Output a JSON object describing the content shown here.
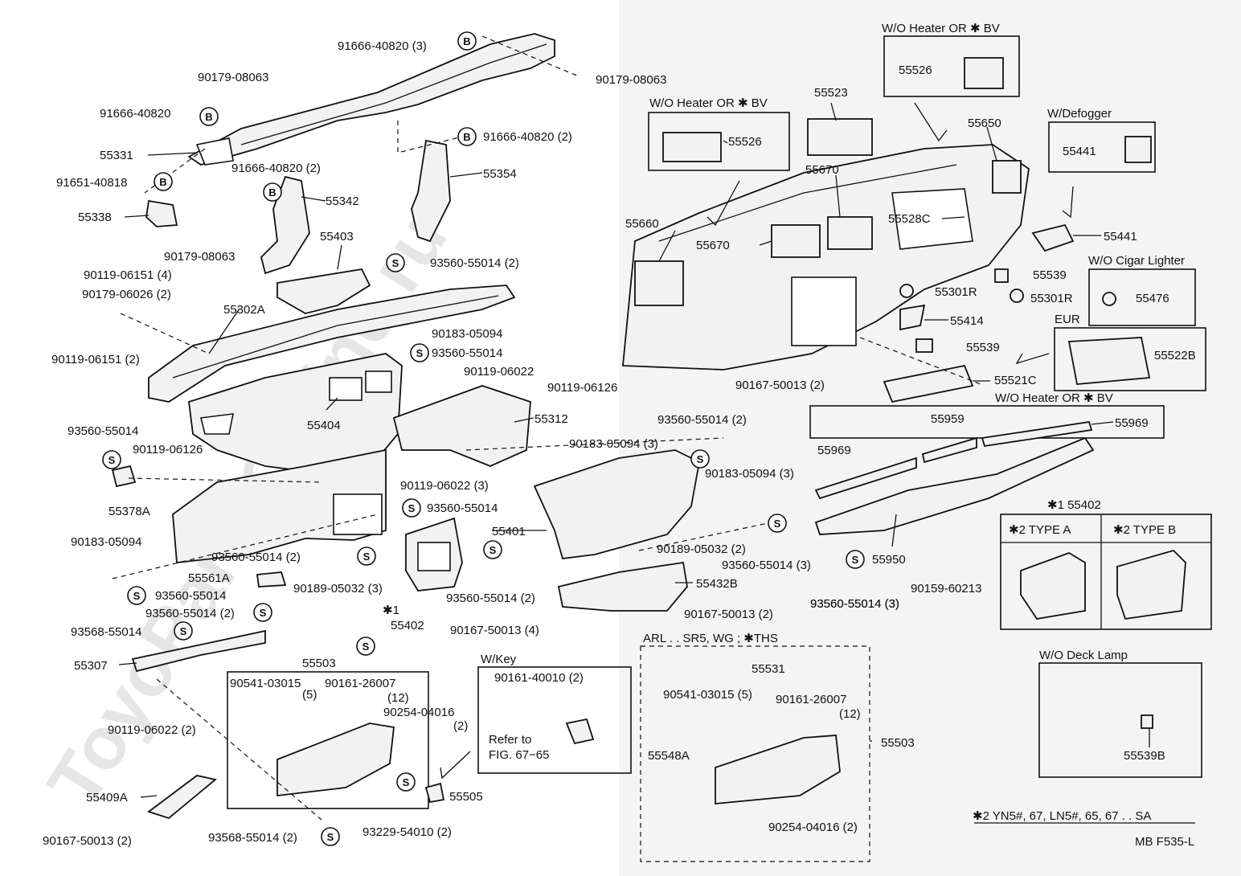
{
  "watermark": "ToyoPartsOnline.ru",
  "headers": {
    "wo_heater_bv_top": "W/O Heater OR ✱ BV",
    "wo_heater_bv_left": "W/O Heater OR ✱ BV",
    "w_defogger": "W/Defogger",
    "wo_cigar_lighter": "W/O Cigar Lighter",
    "eur": "EUR",
    "wo_heater_bv_trim": "W/O Heater OR ✱ BV",
    "type_a": "✱2  TYPE A",
    "type_b": "✱2  TYPE B",
    "type_box_title": "✱1  55402",
    "wo_deck_lamp": "W/O Deck Lamp",
    "w_key": "W/Key",
    "refer_fig_1": "Refer to",
    "refer_fig_2": "FIG. 67−65",
    "arl_sr5": "ARL . . SR5, WG ; ✱THS",
    "note_2": "✱2 YN5#, 67, LN5#, 65, 67 . . SA",
    "ref_code": "MB F535-L"
  },
  "parts": {
    "p01": "91666-40820 (3)",
    "p02": "90179-08063",
    "p03": "90179-08063",
    "p04": "91666-40820",
    "p05": "91666-40820 (2)",
    "p06": "55331",
    "p07": "91651-40818",
    "p08": "91666-40820 (2)",
    "p09": "55354",
    "p10": "55338",
    "p11": "55342",
    "p12": "90179-08063",
    "p13": "55403",
    "p14": "93560-55014 (2)",
    "p15": "90119-06151 (4)",
    "p16": "90179-06026 (2)",
    "p17": "55302A",
    "p18": "90183-05094",
    "p19": "90119-06151 (2)",
    "p20": "93560-55014",
    "p21": "90119-06022",
    "p22": "90119-06126",
    "p23": "55404",
    "p24": "55312",
    "p25": "93560-55014",
    "p26": "90119-06126",
    "p27": "90183-05094 (3)",
    "p28": "93560-55014 (2)",
    "p29": "90119-06022 (3)",
    "p30": "90183-05094 (3)",
    "p31": "55378A",
    "p32": "93560-55014",
    "p33": "55401",
    "p34": "90183-05094",
    "p35": "93560-55014 (2)",
    "p36": "90189-05032 (2)",
    "p37": "93560-55014 (3)",
    "p38": "55561A",
    "p39": "93560-55014",
    "p40": "93560-55014 (2)",
    "p41": "90189-05032 (3)",
    "p42": "✱1",
    "p43": "55402",
    "p44": "93560-55014 (2)",
    "p45": "55432B",
    "p46": "93568-55014",
    "p47": "90167-50013 (2)",
    "p48": "93560-55014 (3)",
    "p49": "90167-50013 (4)",
    "p50": "55307",
    "p51": "55503",
    "p52": "90541-03015",
    "p53": "(5)",
    "p54": "90161-26007",
    "p55": "(12)",
    "p56": "90254-04016",
    "p57": "(2)",
    "p58": "90119-06022 (2)",
    "p59": "90161-40010 (2)",
    "p60": "55409A",
    "p61": "55505",
    "p62": "90167-50013 (2)",
    "p63": "93568-55014 (2)",
    "p64": "93229-54010 (2)",
    "p65": "55526",
    "p66": "55523",
    "p67": "55526",
    "p68": "55650",
    "p69": "55441",
    "p70": "55670",
    "p71": "55660",
    "p72": "55528C",
    "p73": "55441",
    "p74": "55670",
    "p75": "55539",
    "p76": "55301R",
    "p77": "55301R",
    "p78": "55476",
    "p79": "55414",
    "p80": "55539",
    "p81": "55522B",
    "p82": "90167-50013 (2)",
    "p83": "55521C",
    "p84": "55959",
    "p85": "55969",
    "p86": "55969",
    "p87": "55950",
    "p88": "90159-60213",
    "p89": "93560-55014 (3)",
    "p90": "55531",
    "p91": "90541-03015 (5)",
    "p92": "90161-26007",
    "p93": "(12)",
    "p94": "55503",
    "p95": "55548A",
    "p96": "90254-04016 (2)",
    "p97": "55539B"
  },
  "symbols": {
    "b": "B",
    "s": "S"
  }
}
